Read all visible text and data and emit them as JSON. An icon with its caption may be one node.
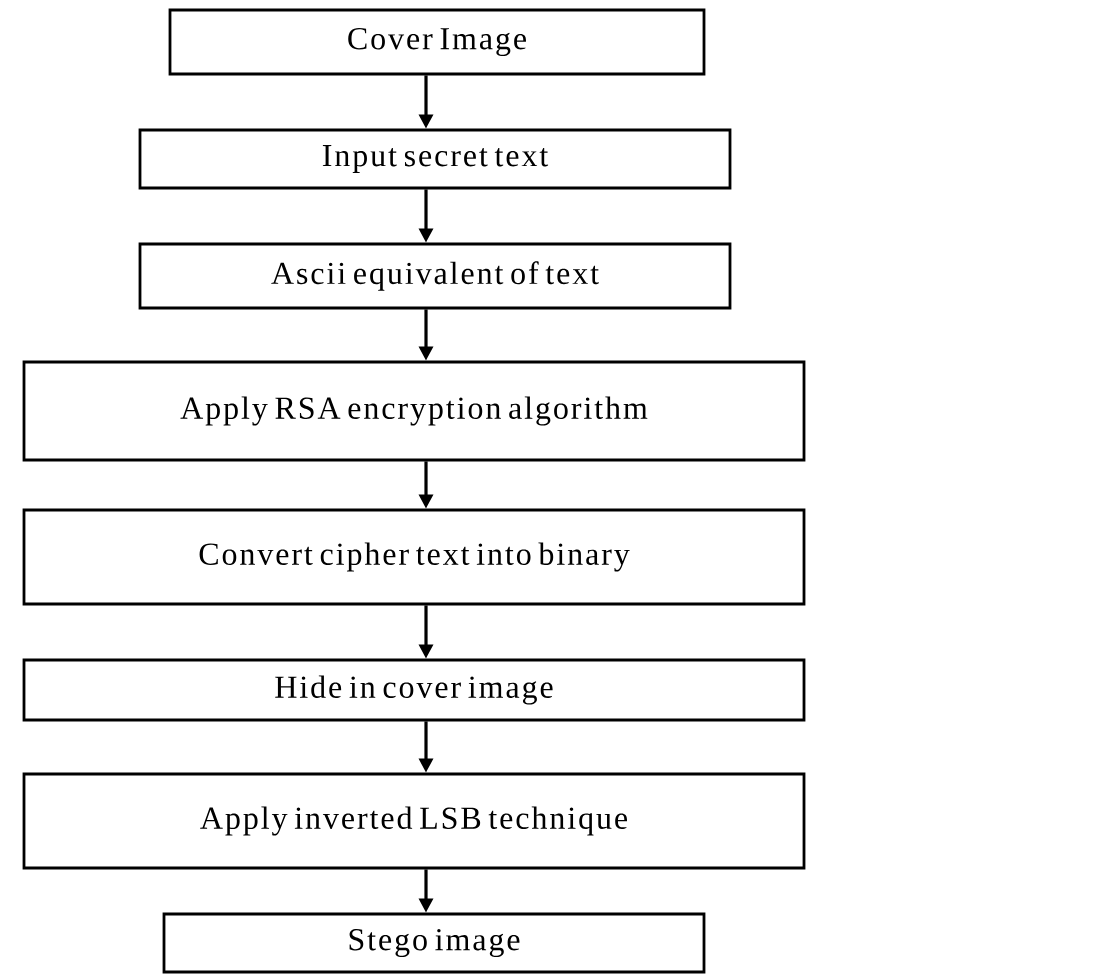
{
  "diagram": {
    "nodes": [
      {
        "text": [
          "Cover Image"
        ]
      },
      {
        "text": [
          "Input secret text"
        ]
      },
      {
        "text": [
          "Ascii equivalent of text"
        ]
      },
      {
        "text": [
          "Apply RSA encryption algorithm"
        ]
      },
      {
        "text": [
          "Convert cipher text into binary"
        ]
      },
      {
        "text": [
          "Hide in cover image"
        ]
      },
      {
        "text": [
          "Apply inverted LSB technique"
        ]
      },
      {
        "text": [
          "Stego image"
        ]
      }
    ],
    "edges": [
      {
        "from": 0,
        "to": 1,
        "arrow": "to"
      },
      {
        "from": 1,
        "to": 2,
        "arrow": "to"
      },
      {
        "from": 2,
        "to": 3,
        "arrow": "to"
      },
      {
        "from": 3,
        "to": 4,
        "arrow": "to"
      },
      {
        "from": 4,
        "to": 5,
        "arrow": "to"
      },
      {
        "from": 5,
        "to": 6,
        "arrow": "to"
      },
      {
        "from": 6,
        "to": 7,
        "arrow": "to"
      }
    ]
  }
}
